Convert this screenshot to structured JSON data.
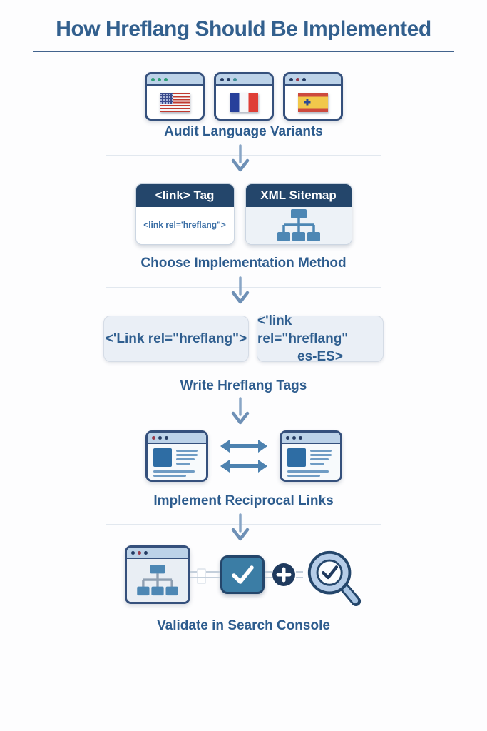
{
  "title": "How Hreflang Should Be Implemented",
  "steps": [
    {
      "label": "Audit Language Variants",
      "browsers": [
        {
          "flag": "United States"
        },
        {
          "flag": "France"
        },
        {
          "flag": "Spain"
        }
      ]
    },
    {
      "label": "Choose Implementation Method",
      "cards": [
        {
          "header": "<link> Tag",
          "code": "<link rel='hreflang\">"
        },
        {
          "header": "XML Sitemap",
          "icon": "sitemap"
        }
      ]
    },
    {
      "label": "Write Hreflang Tags",
      "code_boxes": [
        {
          "line1": "<'Link rel=\"hreflang\">"
        },
        {
          "line1": "<'link rel=\"hreflang\"",
          "line2": "es-ES>"
        }
      ]
    },
    {
      "label": "Implement Reciprocal Links"
    },
    {
      "label": "Validate in Search Console"
    }
  ],
  "colors": {
    "heading": "#33608e",
    "label": "#2d5c8e",
    "card_header_navy": "#24466b",
    "steel_blue": "#4d87b4",
    "browser_bar": "#bcd2e8",
    "panel_bg": "#e9eef4",
    "check_fill": "#3b7da5",
    "plus_circle": "#1f3a5e",
    "magnifier_ring": "#b6cde8"
  }
}
